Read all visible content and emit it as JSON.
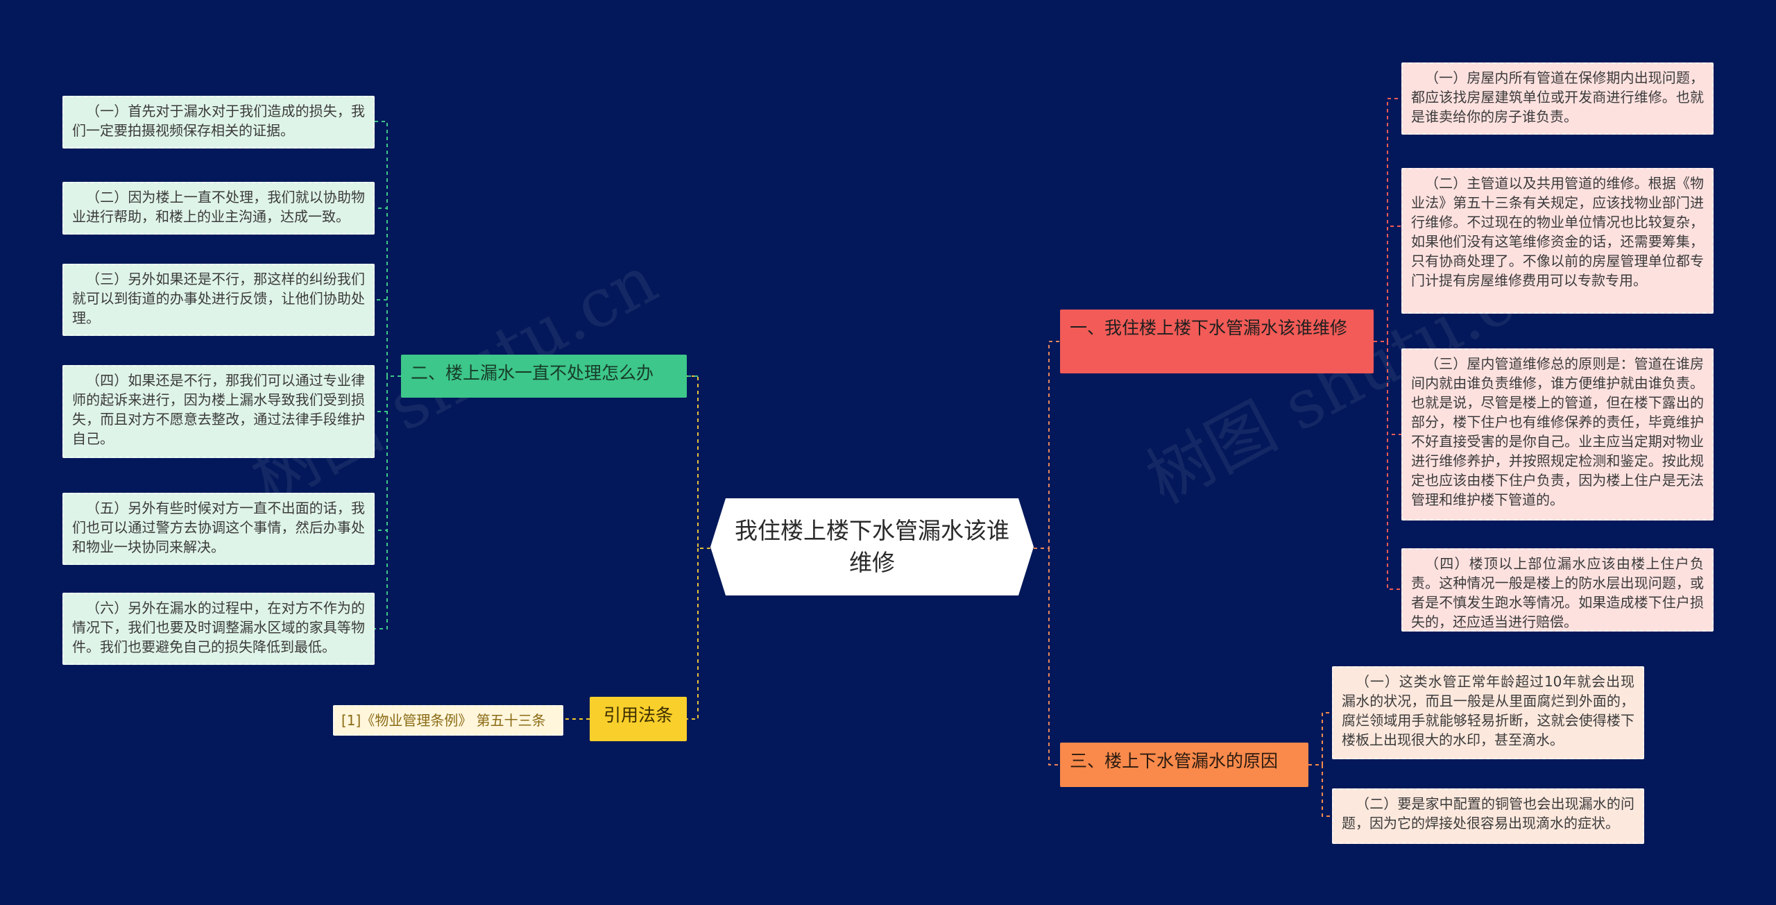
{
  "root": {
    "title": "我住楼上楼下水管漏水该谁维修"
  },
  "branches": {
    "b1": {
      "label": "一、我住楼上楼下水管漏水该谁维修",
      "leaves": [
        "（一）房屋内所有管道在保修期内出现问题，都应该找房屋建筑单位或开发商进行维修。也就是谁卖给你的房子谁负责。",
        "（二）主管道以及共用管道的维修。根据《物业法》第五十三条有关规定，应该找物业部门进行维修。不过现在的物业单位情况也比较复杂，如果他们没有这笔维修资金的话，还需要筹集，只有协商处理了。不像以前的房屋管理单位都专门计提有房屋维修费用可以专款专用。",
        "（三）屋内管道维修总的原则是：管道在谁房间内就由谁负责维修，谁方便维护就由谁负责。也就是说，尽管是楼上的管道，但在楼下露出的部分，楼下住户也有维修保养的责任，毕竟维护不好直接受害的是你自己。业主应当定期对物业进行维修养护，并按照规定检测和鉴定。按此规定也应该由楼下住户负责，因为楼上住户是无法管理和维护楼下管道的。",
        "（四）楼顶以上部位漏水应该由楼上住户负责。这种情况一般是楼上的防水层出现问题，或者是不慎发生跑水等情况。如果造成楼下住户损失的，还应适当进行赔偿。"
      ]
    },
    "b2": {
      "label": "二、楼上漏水一直不处理怎么办",
      "leaves": [
        "（一）首先对于漏水对于我们造成的损失，我们一定要拍摄视频保存相关的证据。",
        "（二）因为楼上一直不处理，我们就以协助物业进行帮助，和楼上的业主沟通，达成一致。",
        "（三）另外如果还是不行，那这样的纠纷我们就可以到街道的办事处进行反馈，让他们协助处理。",
        "（四）如果还是不行，那我们可以通过专业律师的起诉来进行，因为楼上漏水导致我们受到损失，而且对方不愿意去整改，通过法律手段维护自己。",
        "（五）另外有些时候对方一直不出面的话，我们也可以通过警方去协调这个事情，然后办事处和物业一块协同来解决。",
        "（六）另外在漏水的过程中，在对方不作为的情况下，我们也要及时调整漏水区域的家具等物件。我们也要避免自己的损失降低到最低。"
      ]
    },
    "b3": {
      "label": "三、楼上下水管漏水的原因",
      "leaves": [
        "（一）这类水管正常年龄超过10年就会出现漏水的状况，而且一般是从里面腐烂到外面的，腐烂领域用手就能够轻易折断，这就会使得楼下楼板上出现很大的水印，甚至滴水。",
        "（二）要是家中配置的铜管也会出现漏水的问题，因为它的焊接处很容易出现滴水的症状。"
      ]
    },
    "b4": {
      "label": "引用法条",
      "leaves": [
        "[1]《物业管理条例》 第五十三条"
      ]
    }
  },
  "watermarks": [
    "树图 shutu.cn",
    "树图 shutu.cn"
  ],
  "colors": {
    "background": "#03185a",
    "branch_red": "#f25b57",
    "branch_green": "#3dc78a",
    "branch_orange": "#f98a4b",
    "branch_yellow": "#f9cf2b",
    "connector": "#e8855a"
  }
}
